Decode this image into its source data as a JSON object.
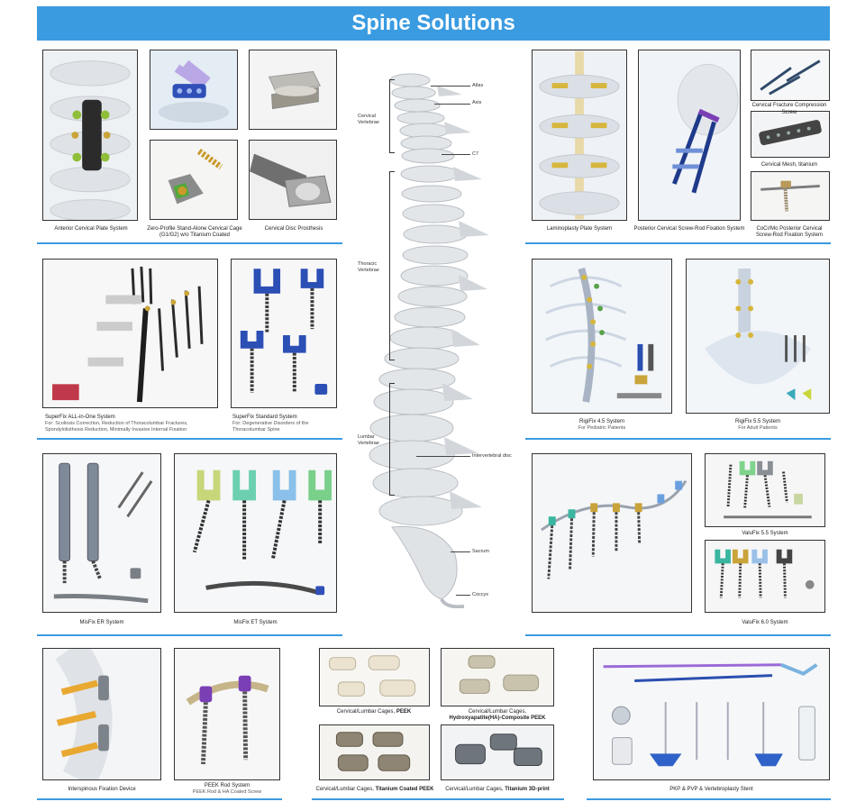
{
  "title": "Spine Solutions",
  "colors": {
    "accent": "#3a9be0",
    "frame": "#333333",
    "implant_gold": "#c9a43a",
    "implant_blue": "#2a4fb0",
    "implant_purple": "#7a3fb5"
  },
  "anterior": {
    "anterior_plate": "Anterior Cervical Plate System",
    "zero_profile_line1": "Zero-Profile Stand-Alone Cervical Cage",
    "zero_profile_line2": "(G1/G2) w/o Titanium Coated",
    "disc_prosthesis": "Cervical Disc Prosthesis"
  },
  "posterior": {
    "laminoplasty": "Laminoplasty Plate System",
    "posterior_rod": "Posterior Cervical Screw-Rod Fixation System",
    "compression_screw": "Cervical Fracture Compression Screw",
    "mesh": "Cervical Mesh, titanium",
    "cocrmo_line1": "CoCr/Mo Posterior Cervical",
    "cocrmo_line2": "Screw-Rod Fixation System"
  },
  "superfix": {
    "all_in_one_title": "SuperFix ALL-in-One System",
    "all_in_one_desc1": "For: Scoliosis Correction,   Reduction of Thoracolumbar Fractures,",
    "all_in_one_desc2": "Spondylolisthesis Reduction,   Minimally Invasive Internal Fixation",
    "standard_title": "SuperFix Standard System",
    "standard_desc1": "For: Degenerative Disorders of the",
    "standard_desc2": "Thoracolumbar Spine"
  },
  "rigifix": {
    "r45_title": "RigiFix 4.5 System",
    "r45_desc": "For Pediatric Patients",
    "r55_title": "RigiFix 5.5 System",
    "r55_desc": "For Adult Patients"
  },
  "misfix": {
    "er": "MisFix ER System",
    "et": "MisFix ET System"
  },
  "valufix": {
    "v55": "ValuFix 5.5 System",
    "v60": "ValuFix 6.0 System"
  },
  "bottom": {
    "interspinous": "Interspinous Fixation Device",
    "peek_rod_title": "PEEK Rod System",
    "peek_rod_desc": "PEEK Rod & HA Coated Screw",
    "cage_peek_prefix": "Cervical/Lumbar Cages,",
    "cage_peek_bold": "PEEK",
    "cage_ha_line1": "Cervical/Lumbar Cages,",
    "cage_ha_bold": "Hydroxyapatite(HA)-Composite PEEK",
    "cage_ti_coated_prefix": "Cervical/Lumbar Cages,",
    "cage_ti_coated_bold": "Titanium Coated PEEK",
    "cage_3d_prefix": "Cervical/Lumbar Cages,",
    "cage_3d_bold": "Titanium 3D-print",
    "pkp": "PKP & PVP & Vertebroplasty Stent"
  },
  "spine_labels": {
    "cervical1": "Cervical",
    "cervical2": "Vertebrae",
    "thoracic1": "Thoracic",
    "thoracic2": "Vertebrae",
    "lumbar1": "Lumbar",
    "lumbar2": "Vertebrae",
    "atlas": "Atlas",
    "axis": "Axis",
    "c7": "C7",
    "disc": "Intervertebral disc",
    "sacrum": "Sacrum",
    "coccyx": "Coccyx"
  }
}
